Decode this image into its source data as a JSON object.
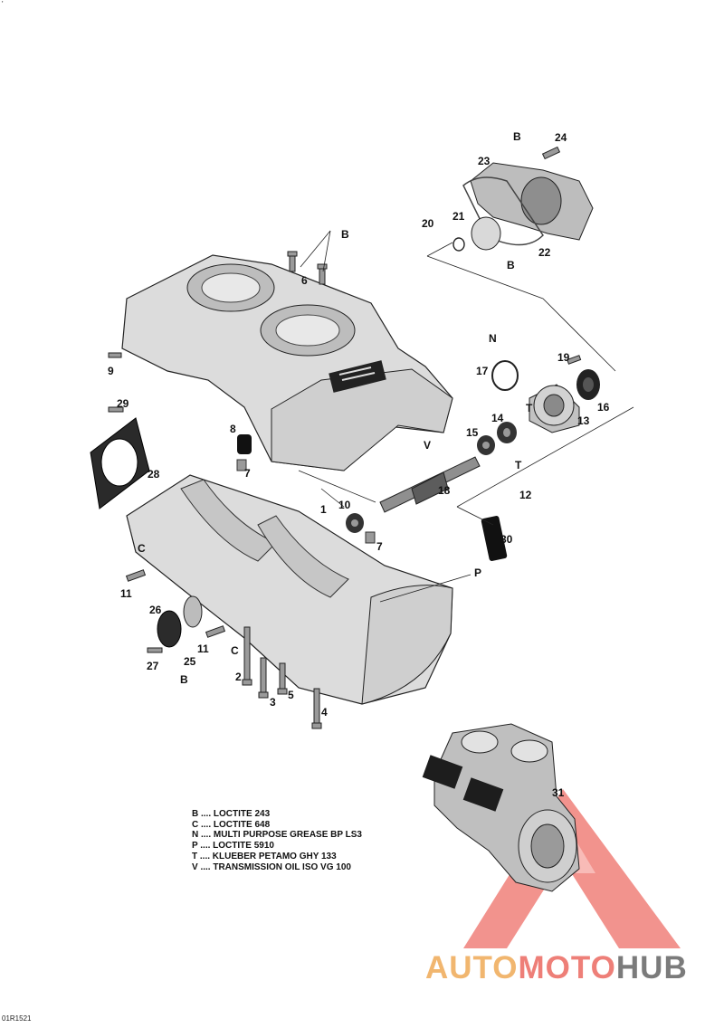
{
  "diagram": {
    "callouts": [
      "1",
      "2",
      "3",
      "4",
      "5",
      "6",
      "7",
      "7",
      "8",
      "9",
      "10",
      "11",
      "11",
      "12",
      "13",
      "14",
      "15",
      "16",
      "17",
      "18",
      "19",
      "20",
      "21",
      "22",
      "23",
      "24",
      "25",
      "26",
      "27",
      "28",
      "29",
      "30",
      "31"
    ],
    "adhesive_marks": [
      "B",
      "B",
      "B",
      "B",
      "C",
      "C",
      "N",
      "P",
      "T",
      "T",
      "V"
    ],
    "legend": [
      "B .... LOCTITE 243",
      "C .... LOCTITE 648",
      "N .... MULTI PURPOSE GREASE BP LS3",
      "P .... LOCTITE 5910",
      "T .... KLUEBER PETAMO GHY 133",
      "V .... TRANSMISSION OIL ISO VG 100"
    ],
    "drawing_code": "01R1521",
    "corner_mark": "'"
  },
  "watermark": {
    "part1": "AUTO",
    "part2": "MOTO",
    "part3": "HUB",
    "colors": {
      "auto": "#f1b66f",
      "moto": "#ee7f78",
      "hub": "#7b7b7b",
      "triangle": "#ee6f68"
    }
  }
}
